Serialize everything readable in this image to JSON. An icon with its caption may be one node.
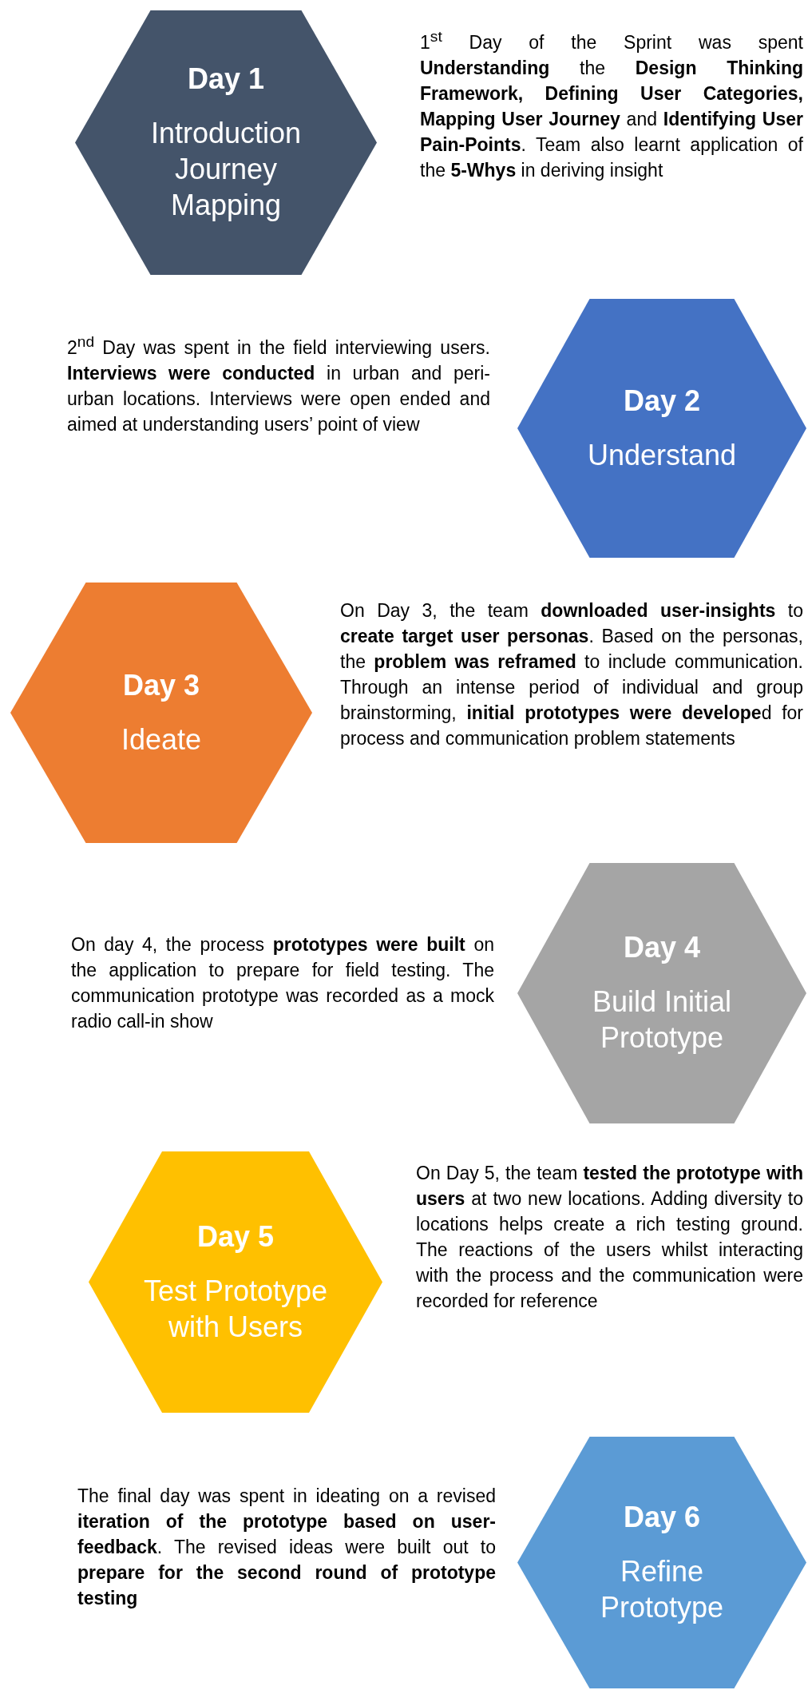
{
  "diagram": {
    "nodes": [
      {
        "text": [
          "Day 1",
          "Introduction Journey Mapping"
        ],
        "beside": [
          "1$^{st}$ Day of the Sprint was spent **Understanding** the **Design Thinking Framework, Defining User Categories, Mapping User Journey** and **Identifying User Pain-Points**. Team also learnt application of the **5-Whys** in deriving insight"
        ]
      },
      {
        "text": [
          "Day 2",
          "Understand"
        ],
        "beside": [
          "2$^{nd}$ Day was spent in the field interviewing users. **Interviews were conducted** in urban and peri-urban locations. Interviews were open ended and aimed at understanding users’ point of view"
        ]
      },
      {
        "text": [
          "Day 3",
          "Ideate"
        ],
        "beside": [
          "On Day 3, the team **downloaded user-insights** to **create target user personas**. Based on the personas, the **problem was reframed** to include communication. Through an intense period of individual and group brainstorming, **initial prototypes were develope**d for process and communication problem statements"
        ]
      },
      {
        "text": [
          "Day 4",
          "Build Initial Prototype"
        ],
        "beside": [
          "On day 4, the process **prototypes were built** on the application to prepare for field testing. The communication prototype was recorded as a mock radio call-in show"
        ]
      },
      {
        "text": [
          "Day 5",
          "Test Prototype with Users"
        ],
        "beside": [
          "On Day 5, the team **tested the prototype with users** at two new locations. Adding diversity to locations helps create a rich testing ground. The reactions of the users whilst interacting with the process and the communication were recorded for reference"
        ]
      },
      {
        "text": [
          "Day 6",
          "Refine Prototype"
        ],
        "beside": [
          "The final day was spent in ideating on a revised **iteration of the prototype based on user-feedback**. The revised ideas were built out to **prepare for the second round of prototype testing**"
        ]
      }
    ],
    "edges": []
  }
}
